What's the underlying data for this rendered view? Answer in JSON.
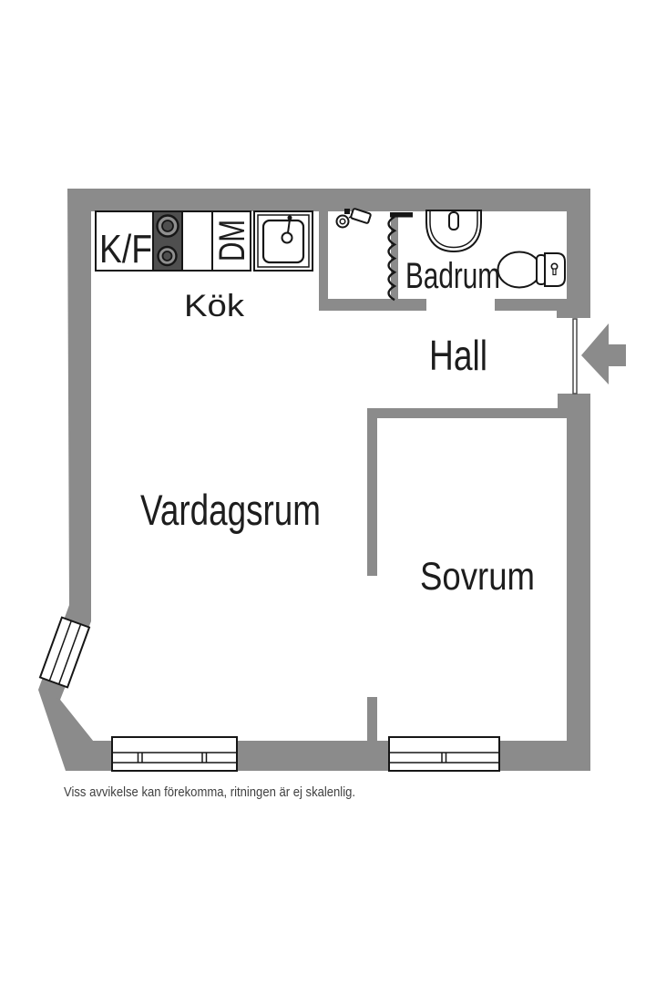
{
  "floor_plan": {
    "rooms": [
      {
        "id": "kok",
        "label": "Kök"
      },
      {
        "id": "hall",
        "label": "Hall"
      },
      {
        "id": "badrum",
        "label": "Badrum"
      },
      {
        "id": "vardagsrum",
        "label": "Vardagsrum"
      },
      {
        "id": "sovrum",
        "label": "Sovrum"
      }
    ],
    "kitchen_units": {
      "fridge_freezer_label": "K/F",
      "dishwasher_label": "DM"
    },
    "disclaimer": "Viss avvikelse kan förekomma, ritningen är ej skalenlig.",
    "colors": {
      "background": "#ffffff",
      "wall": "#8b8b8b",
      "stove": "#4f4f4f",
      "burner_ring": "#8f8f8f",
      "burner_center": "#4f4f4f",
      "outline": "#161616",
      "arrow": "#8b8b8b",
      "door_line": "#4a4a4a",
      "label_text": "#1d1d1d",
      "disclaimer_text": "#3f3f3f"
    },
    "icons": {
      "entrance": "entrance-arrow-icon",
      "shower": "shower-head-icon",
      "curtain": "shower-curtain-icon",
      "basin": "washbasin-icon",
      "toilet": "toilet-icon",
      "sink": "kitchen-sink-icon",
      "stove": "stove-burners-icon",
      "window": "window-icon"
    }
  }
}
